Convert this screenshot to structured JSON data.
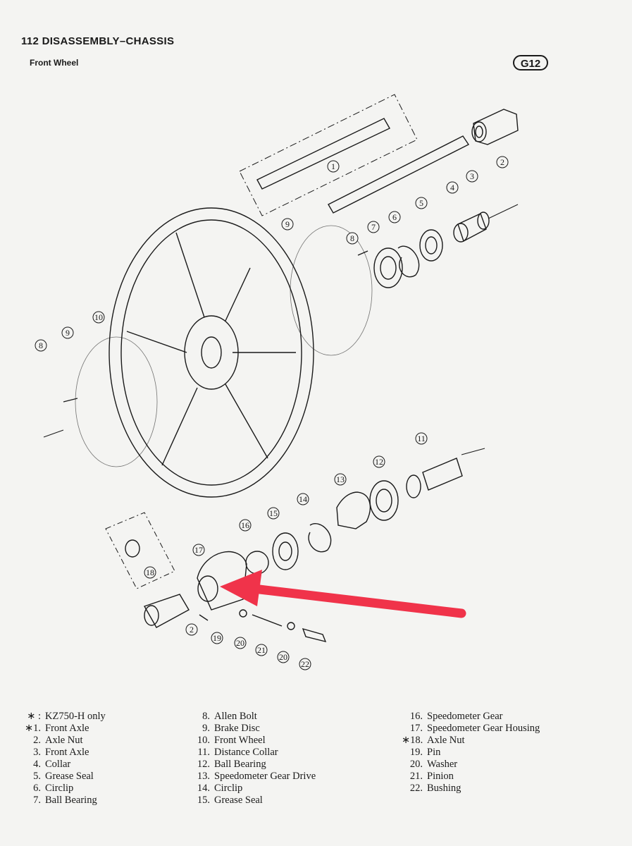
{
  "header": {
    "page_title": "112 DISASSEMBLY–CHASSIS",
    "section": "Front Wheel",
    "figure_code": "G12"
  },
  "callouts": [
    "1",
    "2",
    "3",
    "4",
    "5",
    "6",
    "7",
    "8",
    "9",
    "10",
    "11",
    "12",
    "13",
    "14",
    "15",
    "16",
    "17",
    "18",
    "19",
    "20",
    "21",
    "22"
  ],
  "legend": {
    "col1": [
      {
        "num": "∗ :",
        "label": "KZ750-H only"
      },
      {
        "num": "∗1.",
        "label": "Front Axle"
      },
      {
        "num": "2.",
        "label": "Axle Nut"
      },
      {
        "num": "3.",
        "label": "Front Axle"
      },
      {
        "num": "4.",
        "label": "Collar"
      },
      {
        "num": "5.",
        "label": "Grease Seal"
      },
      {
        "num": "6.",
        "label": "Circlip"
      },
      {
        "num": "7.",
        "label": "Ball Bearing"
      }
    ],
    "col2": [
      {
        "num": "8.",
        "label": "Allen Bolt"
      },
      {
        "num": "9.",
        "label": "Brake Disc"
      },
      {
        "num": "10.",
        "label": "Front Wheel"
      },
      {
        "num": "11.",
        "label": "Distance Collar"
      },
      {
        "num": "12.",
        "label": "Ball Bearing"
      },
      {
        "num": "13.",
        "label": "Speedometer Gear Drive"
      },
      {
        "num": "14.",
        "label": "Circlip"
      },
      {
        "num": "15.",
        "label": "Grease Seal"
      }
    ],
    "col3": [
      {
        "num": "16.",
        "label": "Speedometer Gear"
      },
      {
        "num": "17.",
        "label": "Speedometer Gear Housing"
      },
      {
        "num": "∗18.",
        "label": "Axle Nut"
      },
      {
        "num": "19.",
        "label": "Pin"
      },
      {
        "num": "20.",
        "label": "Washer"
      },
      {
        "num": "21.",
        "label": "Pinion"
      },
      {
        "num": "22.",
        "label": "Bushing"
      }
    ]
  },
  "colors": {
    "ink": "#1a1a1a",
    "paper": "#f4f4f2",
    "arrow": "#f0334a"
  }
}
